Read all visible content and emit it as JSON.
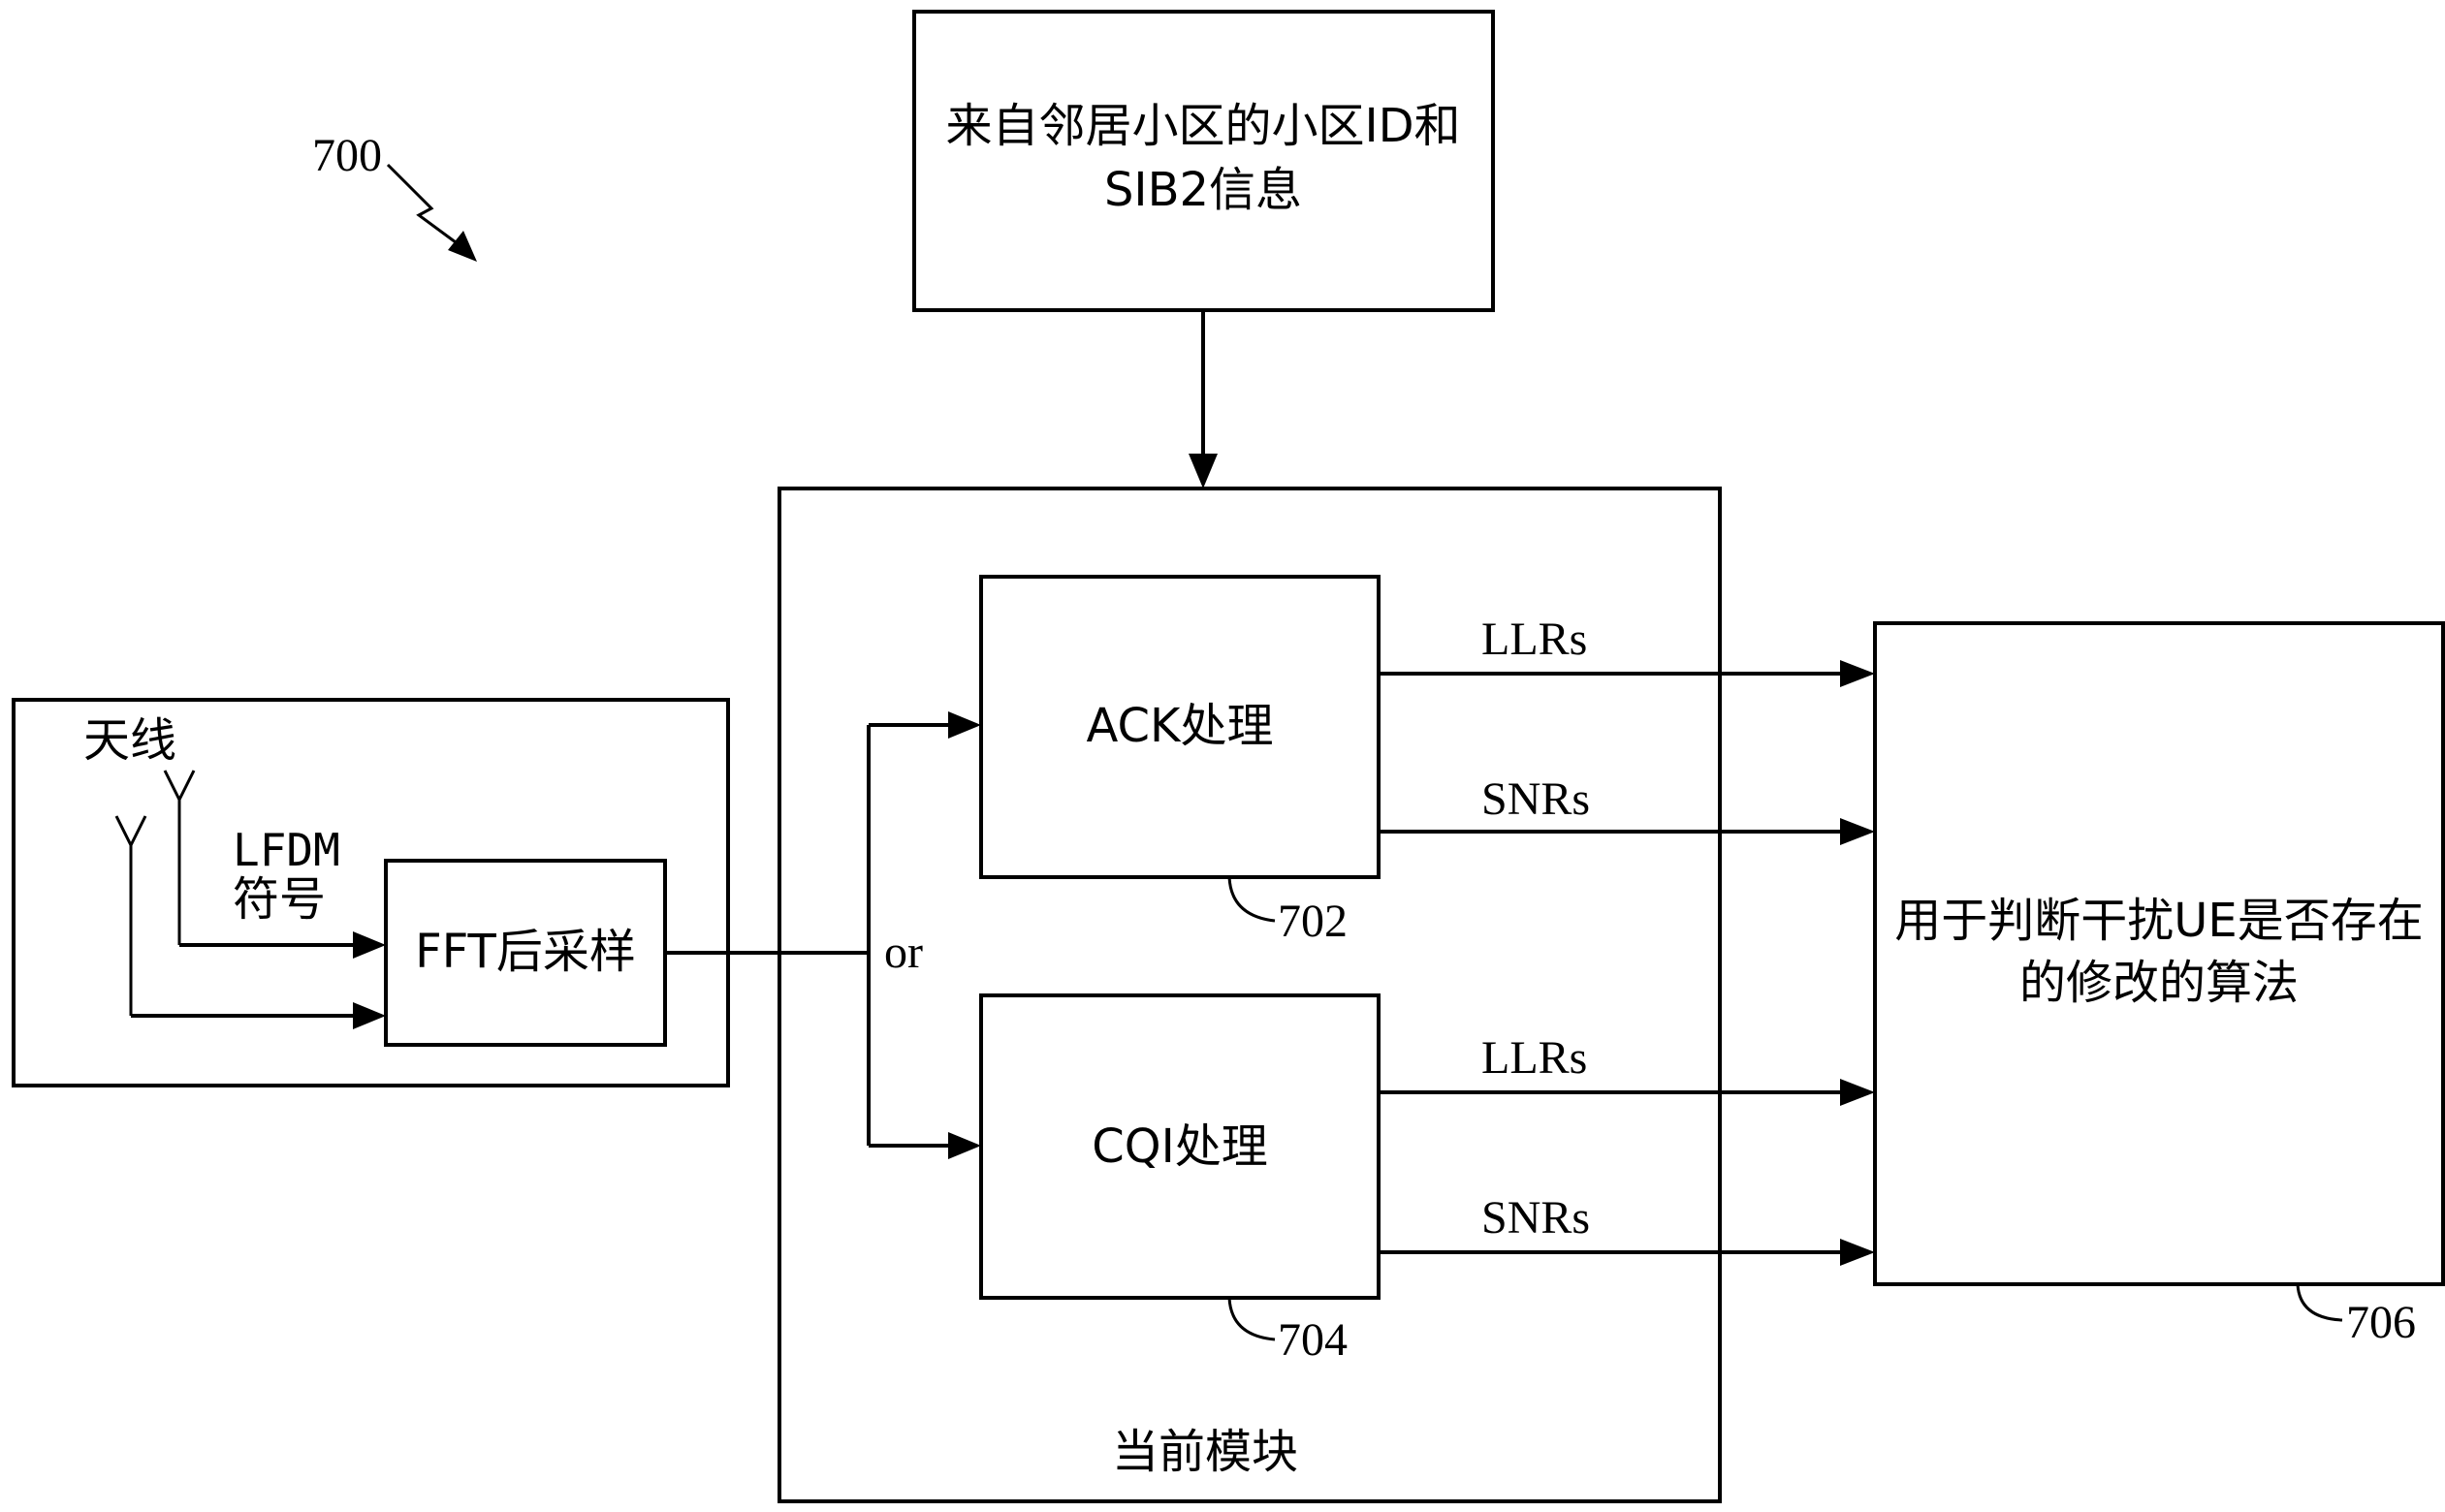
{
  "figure": {
    "ref_main": "700",
    "top_box": {
      "line1": "来自邻居小区的小区ID和",
      "line2": "SIB2信息"
    },
    "current_module": {
      "label": "当前模块"
    },
    "antenna_box": {
      "antenna_label": "天线",
      "symbol_line1": "LFDM",
      "symbol_line2": "符号",
      "fft_label": "FFT后采样"
    },
    "or_label": "or",
    "ack_box": {
      "label": "ACK处理",
      "ref": "702"
    },
    "cqi_box": {
      "label": "CQI处理",
      "ref": "704"
    },
    "outputs": {
      "llrs": "LLRs",
      "snrs": "SNRs"
    },
    "algo_box": {
      "line1": "用于判断干扰UE是否存在",
      "line2": "的修改的算法",
      "ref": "706"
    }
  }
}
